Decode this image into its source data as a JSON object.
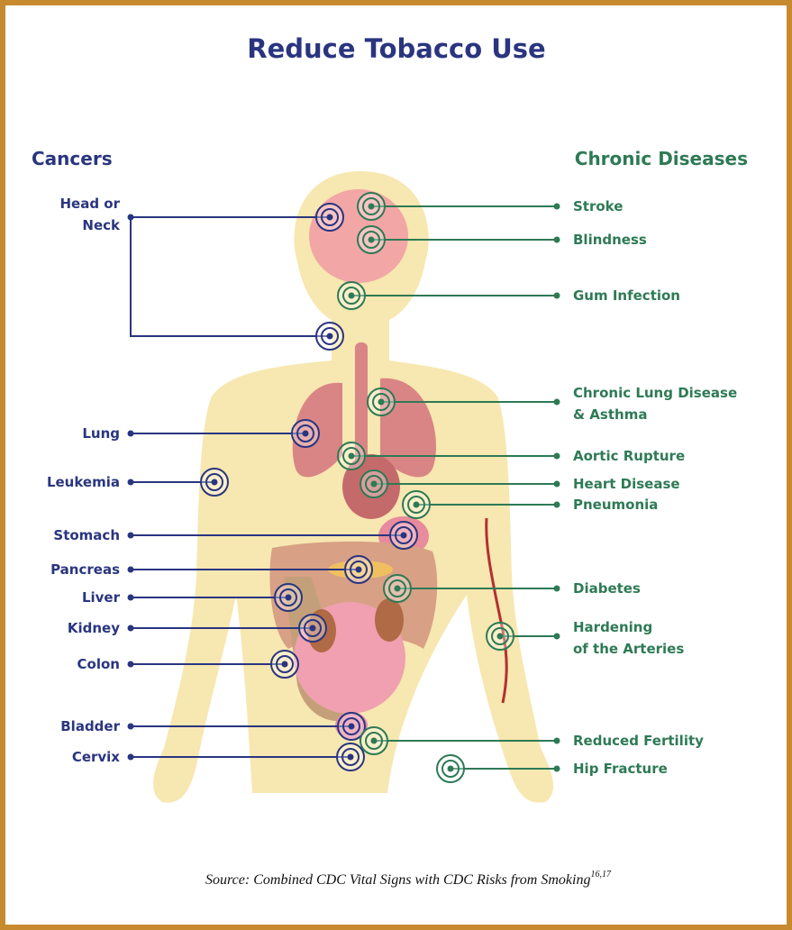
{
  "title": "Reduce Tobacco Use",
  "left_heading": "Cancers",
  "right_heading": "Chronic Diseases",
  "colors": {
    "frame": "#c88a2e",
    "cancer": "#2a3580",
    "chronic": "#2e7a55",
    "body": "#f7e7b0"
  },
  "cancers": [
    {
      "id": "head-neck",
      "lines": [
        "Head or",
        "Neck"
      ]
    },
    {
      "id": "lung",
      "lines": [
        "Lung"
      ]
    },
    {
      "id": "leukemia",
      "lines": [
        "Leukemia"
      ]
    },
    {
      "id": "stomach",
      "lines": [
        "Stomach"
      ]
    },
    {
      "id": "pancreas",
      "lines": [
        "Pancreas"
      ]
    },
    {
      "id": "liver",
      "lines": [
        "Liver"
      ]
    },
    {
      "id": "kidney",
      "lines": [
        "Kidney"
      ]
    },
    {
      "id": "colon",
      "lines": [
        "Colon"
      ]
    },
    {
      "id": "bladder",
      "lines": [
        "Bladder"
      ]
    },
    {
      "id": "cervix",
      "lines": [
        "Cervix"
      ]
    }
  ],
  "chronic_diseases": [
    {
      "id": "stroke",
      "lines": [
        "Stroke"
      ]
    },
    {
      "id": "blindness",
      "lines": [
        "Blindness"
      ]
    },
    {
      "id": "gum-infection",
      "lines": [
        "Gum Infection"
      ]
    },
    {
      "id": "chronic-lung-disease",
      "lines": [
        "Chronic Lung Disease",
        "& Asthma"
      ]
    },
    {
      "id": "aortic-rupture",
      "lines": [
        "Aortic Rupture"
      ]
    },
    {
      "id": "heart-disease",
      "lines": [
        "Heart Disease"
      ]
    },
    {
      "id": "pneumonia",
      "lines": [
        "Pneumonia"
      ]
    },
    {
      "id": "diabetes",
      "lines": [
        "Diabetes"
      ]
    },
    {
      "id": "hardening-arteries",
      "lines": [
        "Hardening",
        "of the Arteries"
      ]
    },
    {
      "id": "reduced-fertility",
      "lines": [
        "Reduced Fertility"
      ]
    },
    {
      "id": "hip-fracture",
      "lines": [
        "Hip Fracture"
      ]
    }
  ],
  "source": {
    "text": "Source: Combined CDC Vital Signs with CDC Risks from Smoking",
    "superscript": "16,17"
  }
}
